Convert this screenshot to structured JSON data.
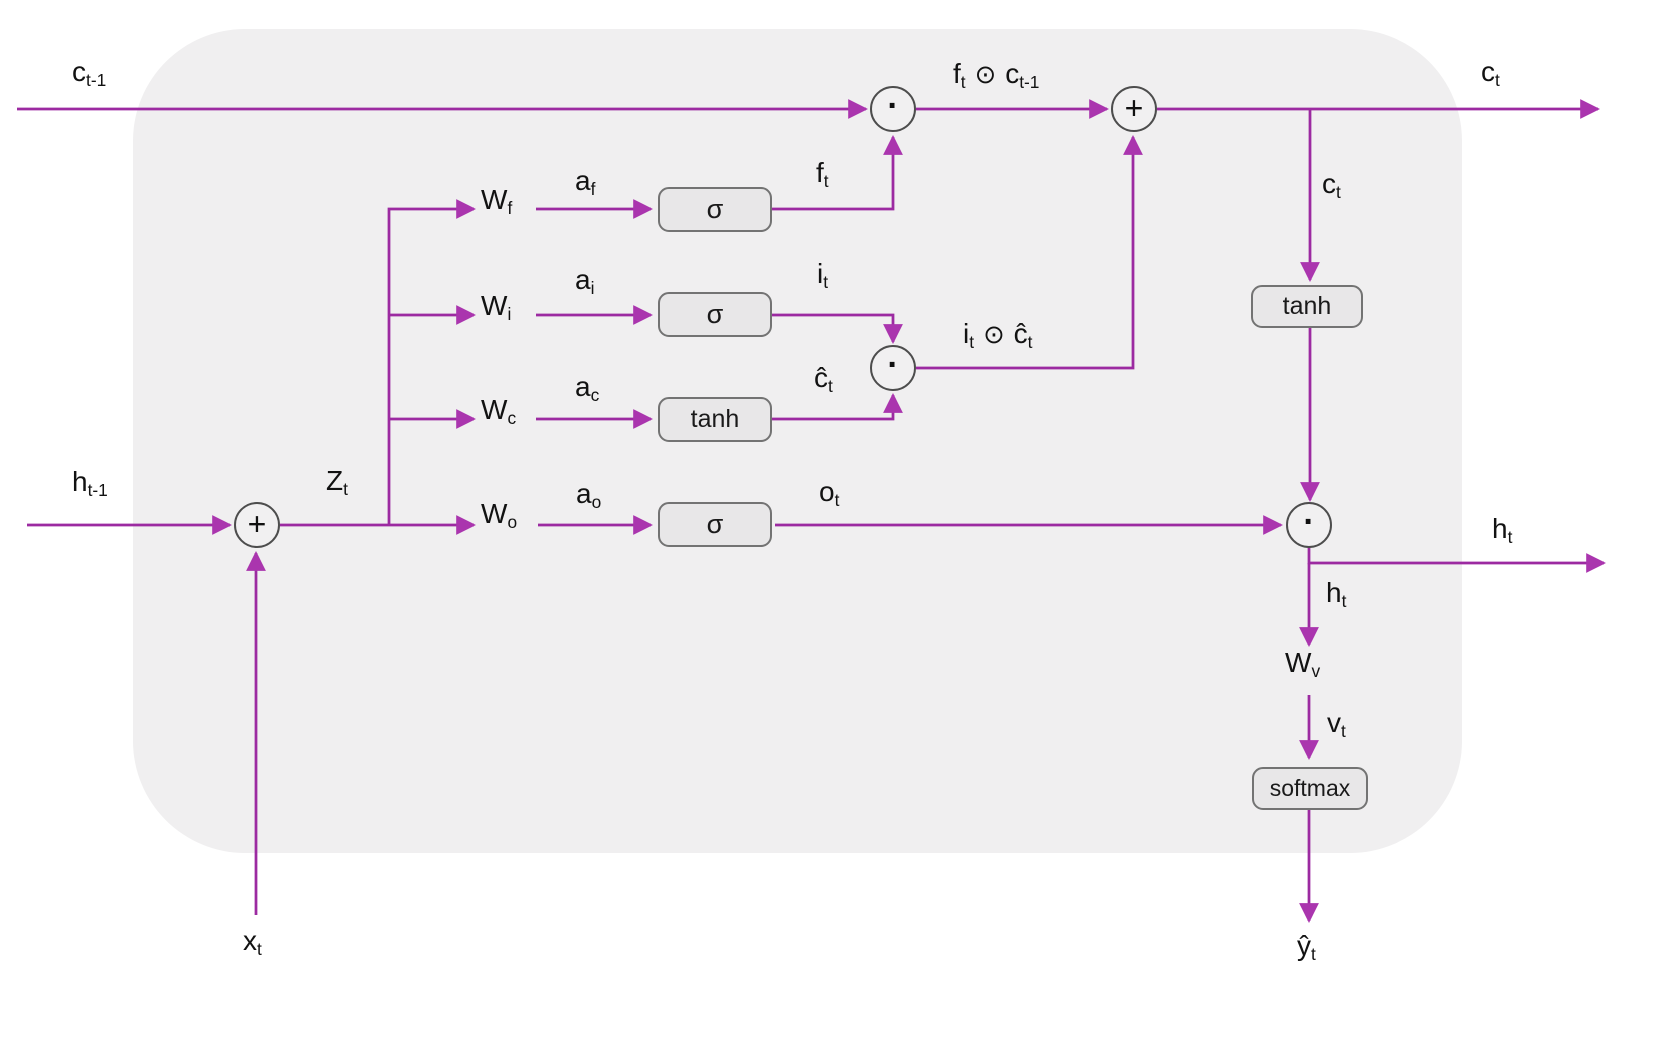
{
  "diagram": {
    "kind": "LSTM cell block diagram",
    "colors": {
      "wire": "#9c2aa1",
      "arrowhead": "#aa35ae",
      "panel_fill": "#f0eff0",
      "gate_fill": "#e8e7e8",
      "gate_border": "#737373",
      "node_border": "#4d4d4d",
      "text": "#121212",
      "background": "#ffffff"
    }
  },
  "labels": {
    "c_prev": {
      "base": "c",
      "sub": "t-1"
    },
    "h_prev": {
      "base": "h",
      "sub": "t-1"
    },
    "x_t": {
      "base": "x",
      "sub": "t"
    },
    "z_t": {
      "base": "Z",
      "sub": "t"
    },
    "w_f": {
      "base": "W",
      "sub": "f"
    },
    "w_i": {
      "base": "W",
      "sub": "i"
    },
    "w_c": {
      "base": "W",
      "sub": "c"
    },
    "w_o": {
      "base": "W",
      "sub": "o"
    },
    "w_v": {
      "base": "W",
      "sub": "v"
    },
    "a_f": {
      "base": "a",
      "sub": "f"
    },
    "a_i": {
      "base": "a",
      "sub": "i"
    },
    "a_c": {
      "base": "a",
      "sub": "c"
    },
    "a_o": {
      "base": "a",
      "sub": "o"
    },
    "f_t": {
      "base": "f",
      "sub": "t"
    },
    "i_t": {
      "base": "i",
      "sub": "t"
    },
    "c_hat_t": {
      "base": "ĉ",
      "sub": "t"
    },
    "o_t": {
      "base": "o",
      "sub": "t"
    },
    "c_t_out": {
      "base": "c",
      "sub": "t"
    },
    "c_t_branch": {
      "base": "c",
      "sub": "t"
    },
    "h_t_out": {
      "base": "h",
      "sub": "t"
    },
    "h_t_branch": {
      "base": "h",
      "sub": "t"
    },
    "v_t": {
      "base": "v",
      "sub": "t"
    },
    "y_hat_t": {
      "base": "ŷ",
      "sub": "t"
    }
  },
  "expressions": {
    "f_odot_c_prev": {
      "b1": "f",
      "s1": "t",
      "op": "⊙",
      "b2": "c",
      "s2": "t-1"
    },
    "i_odot_c_hat": {
      "b1": "i",
      "s1": "t",
      "op": "⊙",
      "b2": "ĉ",
      "s2": "t"
    }
  },
  "gates": {
    "forget": {
      "label": "σ"
    },
    "input": {
      "label": "σ"
    },
    "candidate": {
      "label": "tanh"
    },
    "output": {
      "label": "σ"
    },
    "cell_tanh": {
      "label": "tanh"
    },
    "softmax": {
      "label": "softmax"
    }
  },
  "operators": {
    "add": "+",
    "multiply": "·"
  }
}
